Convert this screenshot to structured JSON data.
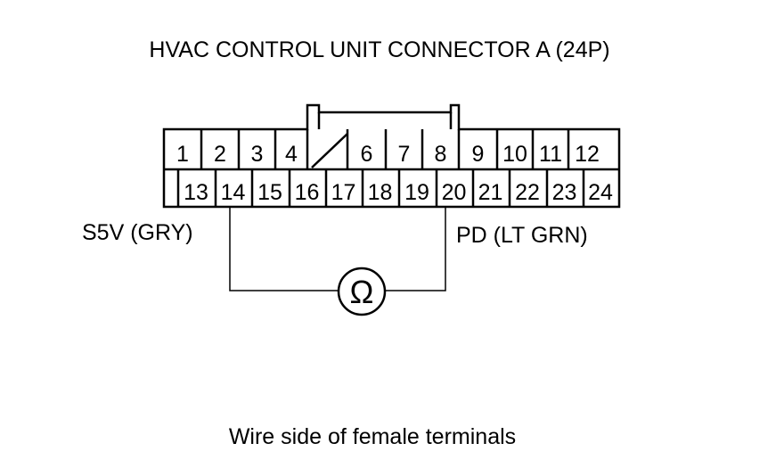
{
  "title": "HVAC CONTROL UNIT CONNECTOR A (24P)",
  "caption": "Wire side of female terminals",
  "connector": {
    "top_row": [
      "1",
      "2",
      "3",
      "4",
      "",
      "6",
      "7",
      "8",
      "9",
      "10",
      "11",
      "12"
    ],
    "bottom_row": [
      "13",
      "14",
      "15",
      "16",
      "17",
      "18",
      "19",
      "20",
      "21",
      "22",
      "23",
      "24"
    ]
  },
  "probes": {
    "left_label": "S5V (GRY)",
    "right_label": "PD (LT GRN)",
    "meter_symbol": "Ω",
    "left_terminal": "14",
    "right_terminal": "20"
  },
  "icons": {
    "meter": "ohmmeter-icon"
  }
}
